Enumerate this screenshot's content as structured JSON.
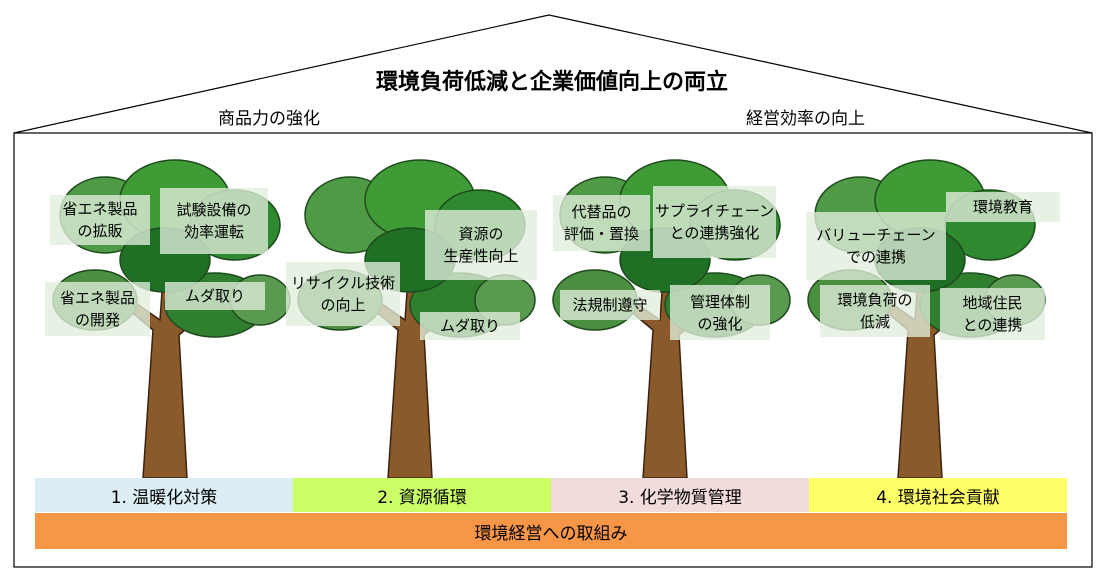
{
  "title": "環境負荷低減と企業価値向上の両立",
  "subtitles": [
    "商品力の強化",
    "経営効率の向上"
  ],
  "trees": [
    {
      "labels": [
        "省エネ製品\nの拡販",
        "試験設備の\n効率運転",
        "省エネ製品\nの開発",
        "ムダ取り"
      ]
    },
    {
      "labels": [
        "リサイクル技術\nの向上",
        "資源の\n生産性向上",
        "ムダ取り"
      ]
    },
    {
      "labels": [
        "代替品の\n評価・置換",
        "サプライチェーン\nとの連携強化",
        "法規制遵守",
        "管理体制\nの強化"
      ]
    },
    {
      "labels": [
        "バリューチェーン\nでの連携",
        "環境教育",
        "環境負荷の\n低減",
        "地域住民\nとの連携"
      ]
    }
  ],
  "categories": [
    {
      "label": "1. 温暖化対策",
      "color": "#dbeef3"
    },
    {
      "label": "2. 資源循環",
      "color": "#ccff66"
    },
    {
      "label": "3. 化学物質管理",
      "color": "#f2dcdb"
    },
    {
      "label": "4. 環境社会貢献",
      "color": "#ffff66"
    }
  ],
  "base": "環境経営への取組み"
}
